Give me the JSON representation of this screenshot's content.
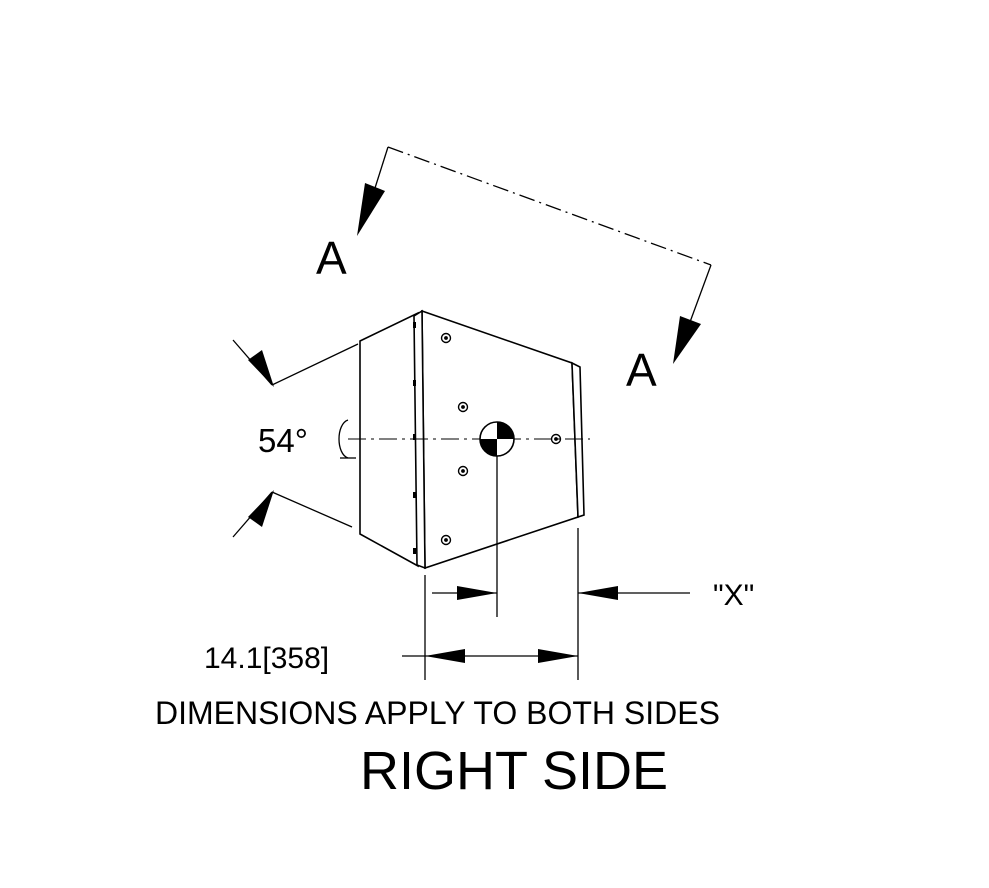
{
  "section_marker": {
    "left_label": "A",
    "right_label": "A"
  },
  "dimensions": {
    "angle": "54°",
    "x_offset": "\"X\"",
    "width": "14.1[358]"
  },
  "notes": {
    "apply_note": "DIMENSIONS APPLY TO BOTH SIDES"
  },
  "view_title": "RIGHT SIDE",
  "colors": {
    "line": "#000000",
    "background": "#ffffff"
  },
  "icons": {
    "center_mark": "center-of-gravity-symbol",
    "fasteners": "screw-head-icon"
  }
}
